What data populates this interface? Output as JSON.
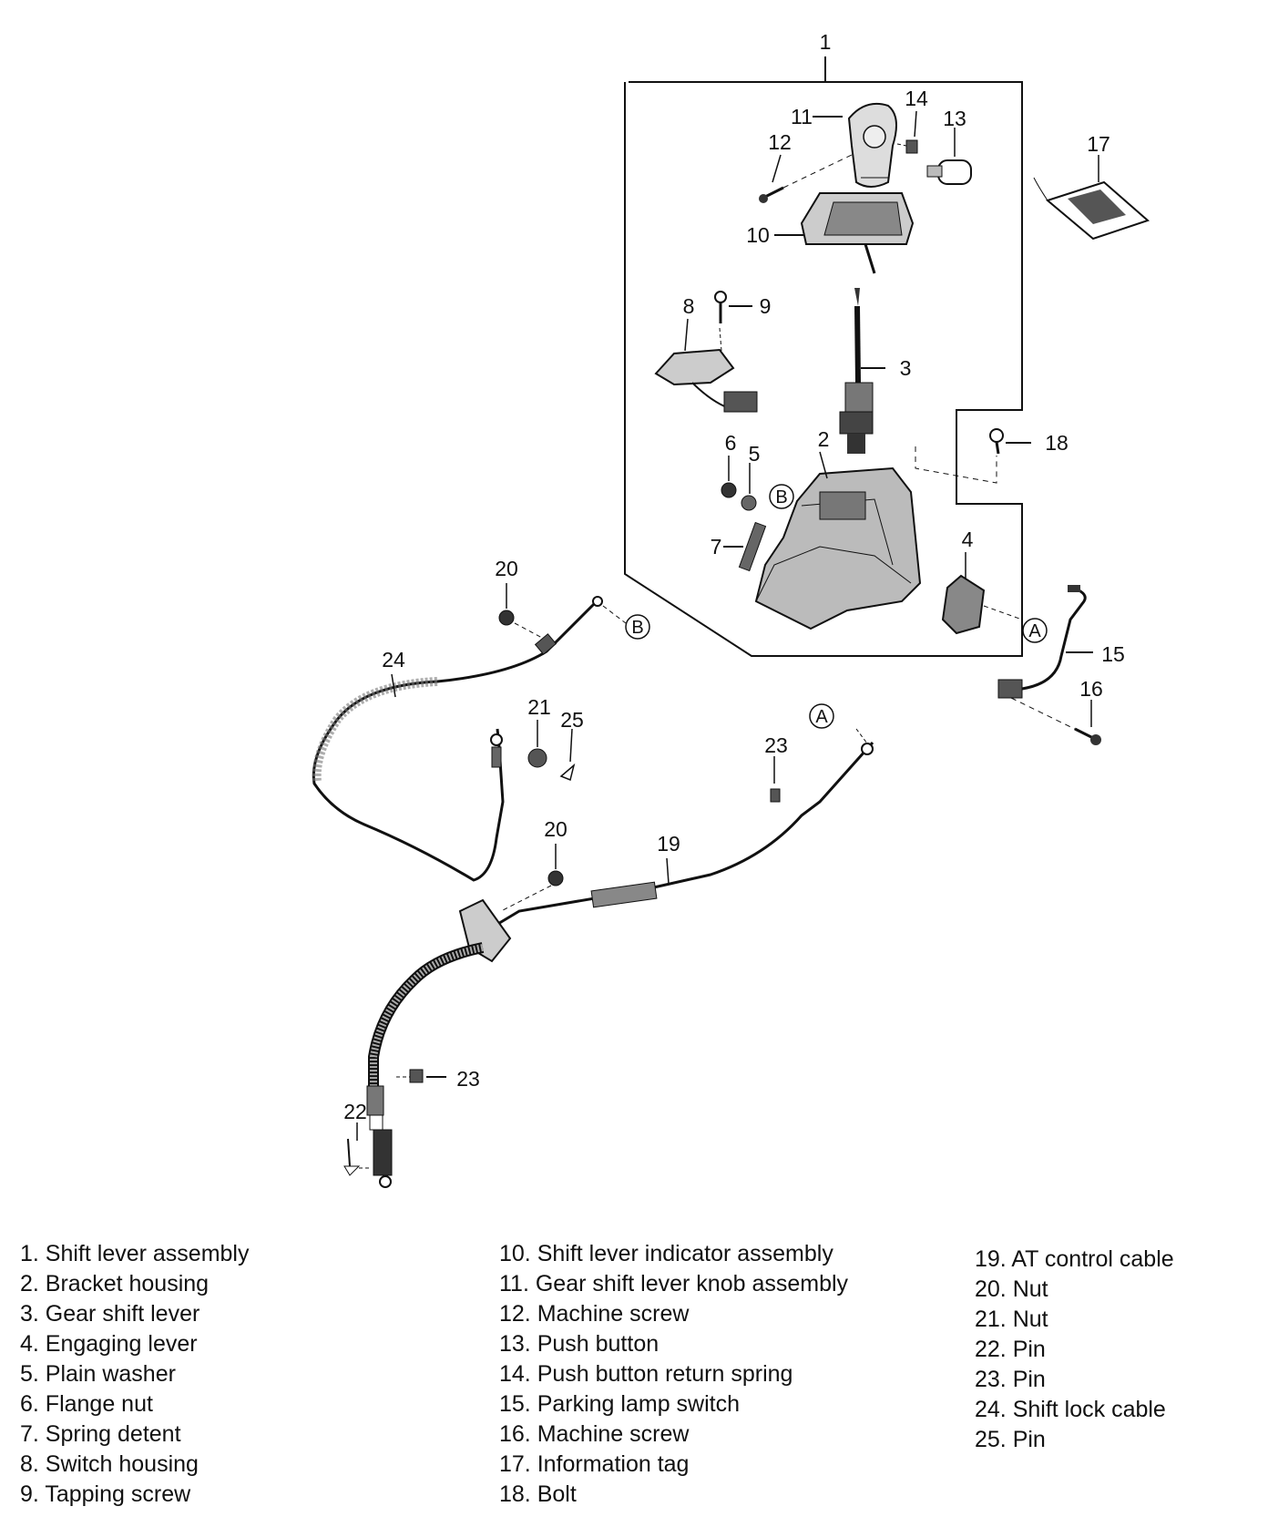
{
  "callouts": {
    "c1": "1",
    "c2": "2",
    "c3": "3",
    "c4": "4",
    "c5": "5",
    "c6": "6",
    "c7": "7",
    "c8": "8",
    "c9": "9",
    "c10": "10",
    "c11": "11",
    "c12": "12",
    "c13": "13",
    "c14": "14",
    "c15": "15",
    "c16": "16",
    "c17": "17",
    "c18": "18",
    "c19": "19",
    "c20a": "20",
    "c20b": "20",
    "c21": "21",
    "c22": "22",
    "c23a": "23",
    "c23b": "23",
    "c24": "24",
    "c25": "25"
  },
  "connectors": {
    "a1": "A",
    "a2": "A",
    "b1": "B",
    "b2": "B"
  },
  "legend": {
    "col1": [
      "1. Shift lever assembly",
      "2. Bracket housing",
      "3. Gear shift lever",
      "4. Engaging lever",
      "5. Plain washer",
      "6. Flange nut",
      "7. Spring detent",
      "8. Switch housing",
      "9. Tapping screw"
    ],
    "col2": [
      "10. Shift lever indicator assembly",
      "11. Gear shift lever knob assembly",
      "12. Machine screw",
      "13. Push button",
      "14. Push button return spring",
      "15. Parking lamp switch",
      "16. Machine screw",
      "17. Information tag",
      "18. Bolt"
    ],
    "col3": [
      "19. AT control cable",
      "20. Nut",
      "21. Nut",
      "22. Pin",
      "23. Pin",
      "24. Shift lock cable",
      "25. Pin"
    ]
  }
}
